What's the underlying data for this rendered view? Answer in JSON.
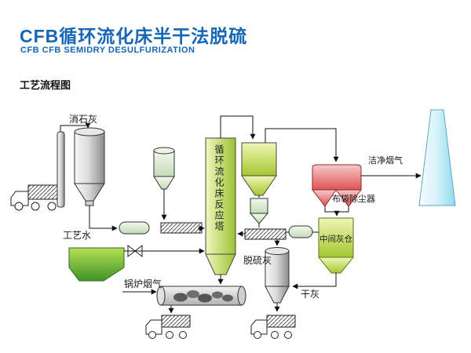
{
  "header": {
    "title": "CFB循环流化床半干法脱硫",
    "subtitle": "CFB CFB SEMIDRY DESULFURIZATION",
    "section_label": "工艺流程图"
  },
  "diagram": {
    "labels": {
      "slaked_lime": "消石灰",
      "process_water": "工艺水",
      "boiler_flue_gas": "锅炉烟气",
      "reactor_tower": "循环流化床反应塔",
      "desulfurized_ash": "脱硫灰",
      "bag_dust_collector": "布袋除尘器",
      "intermediate_ash_silo": "中间灰仓",
      "dry_ash": "干灰",
      "clean_flue_gas": "洁净烟气"
    },
    "colors": {
      "title_blue": "#1566b6",
      "tower_green": "#9dc232",
      "bag_filter_red": "#e05252",
      "chimney_blue": "#8ed9ef",
      "water_green": "#3f9428",
      "silo_gray": "#9a9a9a"
    }
  }
}
